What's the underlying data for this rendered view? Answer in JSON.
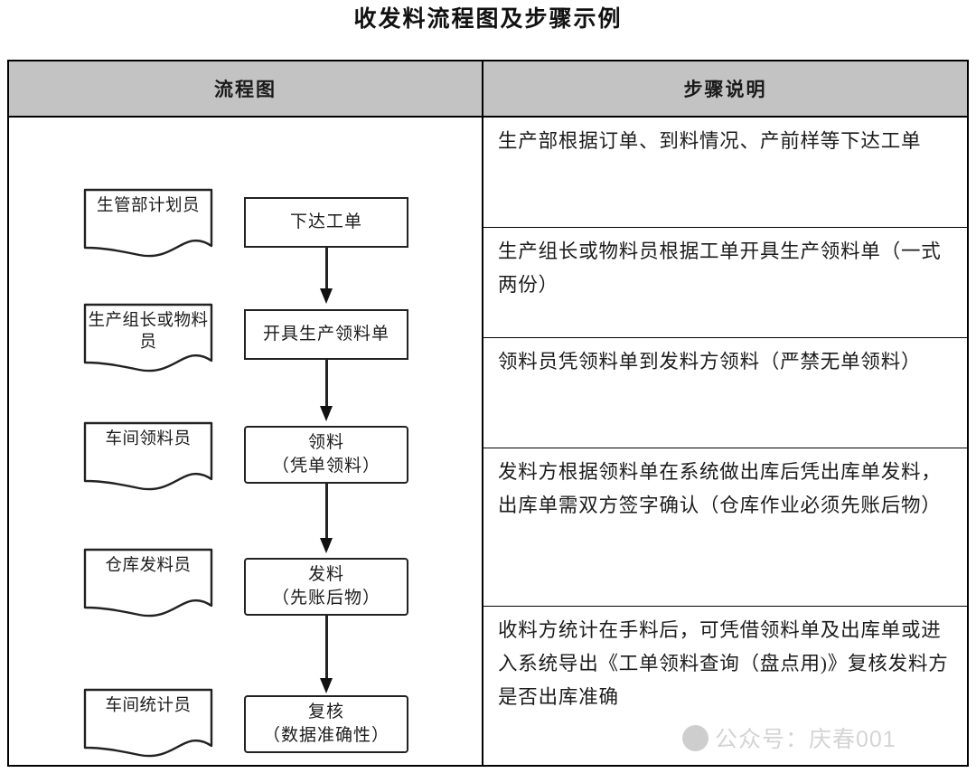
{
  "document": {
    "title": "收发料流程图及步骤示例"
  },
  "table": {
    "headers": {
      "flowchart": "流程图",
      "steps": "步骤说明"
    },
    "flowchart": {
      "roles": [
        {
          "label": "生管部计划员"
        },
        {
          "label": "生产组长或物料员"
        },
        {
          "label": "车间领料员"
        },
        {
          "label": "仓库发料员"
        },
        {
          "label": "车间统计员"
        }
      ],
      "nodes": [
        {
          "line1": "下达工单",
          "line2": ""
        },
        {
          "line1": "开具生产领料单",
          "line2": ""
        },
        {
          "line1": "领料",
          "line2": "（凭单领料）"
        },
        {
          "line1": "发料",
          "line2": "（先账后物）"
        },
        {
          "line1": "复核",
          "line2": "（数据准确性）"
        }
      ]
    },
    "steps": [
      "生产部根据订单、到料情况、产前样等下达工单",
      "生产组长或物料员根据工单开具生产领料单（一式两份）",
      "领料员凭领料单到发料方领料（严禁无单领料）",
      "发料方根据领料单在系统做出库后凭出库单发料，出库单需双方签字确认（仓库作业必须先账后物）",
      "收料方统计在手料后，可凭借领料单及出库单或进入系统导出《工单领料查询（盘点用)》复核发料方是否出库准确"
    ]
  },
  "watermark": {
    "text": "公众号：庆春001",
    "icon": "chat-bubble-icon"
  }
}
